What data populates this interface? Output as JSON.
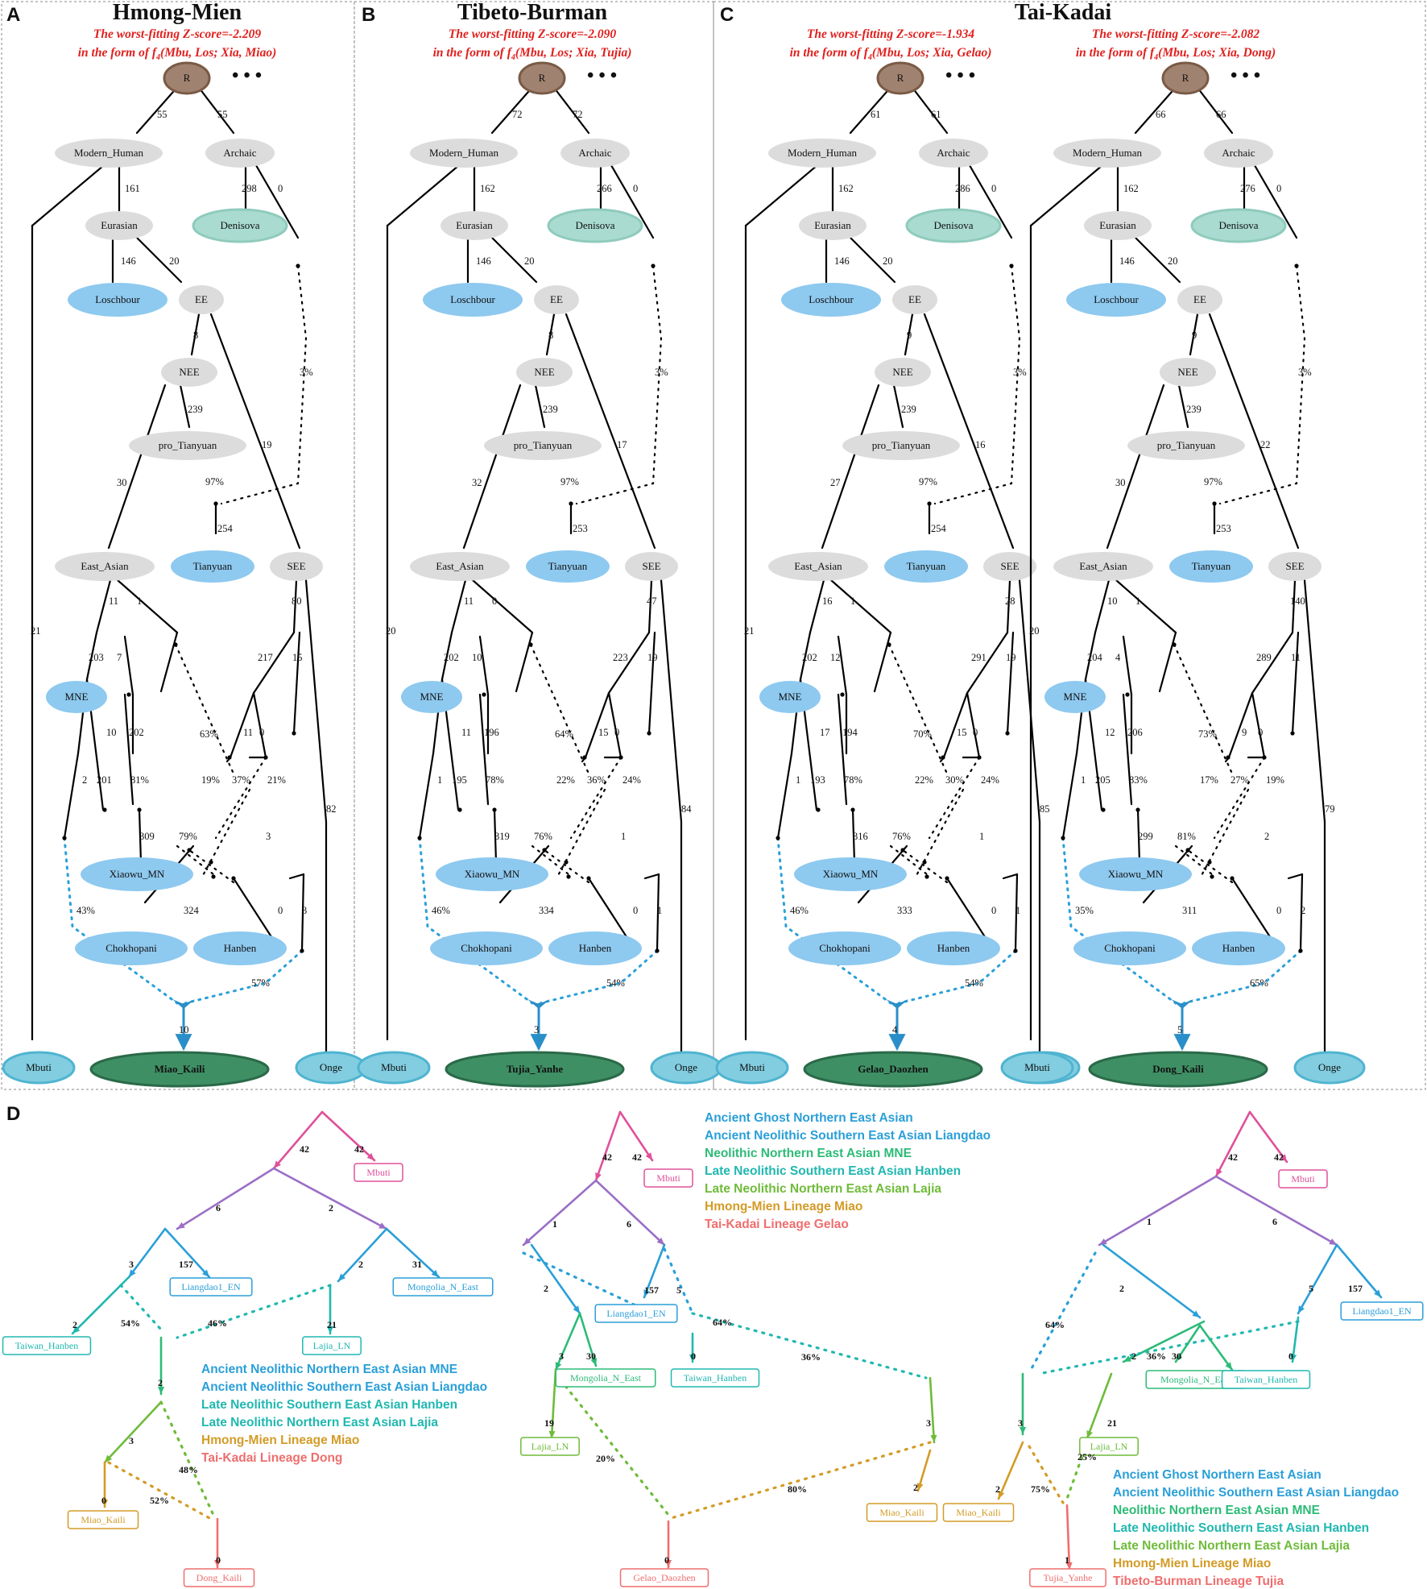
{
  "panels": [
    {
      "letter": "A",
      "title": "Hmong-Mien",
      "z1": "The worst-fitting Z-score=-2.209",
      "z2_pre": "in the form of f",
      "z2_post": "(Mbu, Los; Xia, Miao)",
      "target": "Miao_Kaili",
      "labels": {
        "r_l": "55",
        "r_r": "55",
        "mh_eu": "161",
        "ar_den": "298",
        "ar_gh": "0",
        "eu_los": "146",
        "eu_ee": "20",
        "ee_nee": "8",
        "ee_see": "19",
        "nee_pt": "239",
        "nee_ea": "30",
        "ghost_pct": "3%",
        "pt_pct": "97%",
        "ty": "254",
        "mh_mbu": "21",
        "ea_l": "11",
        "ea_r": "1",
        "mne": "203",
        "a1": "7",
        "a2": "10",
        "a3": "202",
        "a4": "2",
        "a5": "201",
        "see_l": "217",
        "see_r": "15",
        "see_main": "80",
        "b1": "11",
        "b2": "0",
        "onge": "82",
        "p63": "63%",
        "p81": "81%",
        "p19": "19%",
        "p37": "37%",
        "p21": "21%",
        "xmn": "309",
        "p79": "79%",
        "c3": "3",
        "cho": "324",
        "han0": "0",
        "han3": "3",
        "p43": "43%",
        "p57": "57%",
        "final": "10"
      }
    },
    {
      "letter": "B",
      "title": "Tibeto-Burman",
      "z1": "The worst-fitting Z-score=-2.090",
      "z2_pre": "in the form of f",
      "z2_post": "(Mbu, Los; Xia, Tujia)",
      "target": "Tujia_Yanhe",
      "labels": {
        "r_l": "72",
        "r_r": "72",
        "mh_eu": "162",
        "ar_den": "266",
        "ar_gh": "0",
        "eu_los": "146",
        "eu_ee": "20",
        "ee_nee": "8",
        "ee_see": "17",
        "nee_pt": "239",
        "nee_ea": "32",
        "ghost_pct": "3%",
        "pt_pct": "97%",
        "ty": "253",
        "mh_mbu": "20",
        "ea_l": "11",
        "ea_r": "0",
        "mne": "202",
        "a1": "10",
        "a2": "11",
        "a3": "196",
        "a4": "1",
        "a5": "195",
        "see_l": "223",
        "see_r": "19",
        "see_main": "47",
        "b1": "15",
        "b2": "0",
        "onge": "84",
        "p63": "64%",
        "p81": "78%",
        "p19": "22%",
        "p37": "36%",
        "p21": "24%",
        "xmn": "319",
        "p79": "76%",
        "c3": "1",
        "cho": "334",
        "han0": "0",
        "han3": "1",
        "p43": "46%",
        "p57": "54%",
        "final": "3"
      }
    },
    {
      "letter": "C",
      "title": "",
      "z1": "The worst-fitting Z-score=-1.934",
      "z2_pre": "in the form of f",
      "z2_post": "(Mbu, Los; Xia, Gelao)",
      "target": "Gelao_Daozhen",
      "labels": {
        "r_l": "61",
        "r_r": "61",
        "mh_eu": "162",
        "ar_den": "286",
        "ar_gh": "0",
        "eu_los": "146",
        "eu_ee": "20",
        "ee_nee": "9",
        "ee_see": "16",
        "nee_pt": "239",
        "nee_ea": "27",
        "ghost_pct": "3%",
        "pt_pct": "97%",
        "ty": "254",
        "mh_mbu": "21",
        "ea_l": "16",
        "ea_r": "1",
        "mne": "202",
        "a1": "12",
        "a2": "17",
        "a3": "194",
        "a4": "1",
        "a5": "193",
        "see_l": "291",
        "see_r": "19",
        "see_main": "28",
        "b1": "15",
        "b2": "0",
        "onge": "85",
        "p63": "70%",
        "p81": "78%",
        "p19": "22%",
        "p37": "30%",
        "p21": "24%",
        "xmn": "316",
        "p79": "76%",
        "c3": "1",
        "cho": "333",
        "han0": "0",
        "han3": "1",
        "p43": "46%",
        "p57": "54%",
        "final": "4"
      }
    },
    {
      "letter": "",
      "title": "",
      "z1": "The worst-fitting Z-score=-2.082",
      "z2_pre": "in the form of f",
      "z2_post": "(Mbu, Los; Xia, Dong)",
      "target": "Dong_Kaili",
      "labels": {
        "r_l": "66",
        "r_r": "66",
        "mh_eu": "162",
        "ar_den": "276",
        "ar_gh": "0",
        "eu_los": "146",
        "eu_ee": "20",
        "ee_nee": "9",
        "ee_see": "22",
        "nee_pt": "239",
        "nee_ea": "30",
        "ghost_pct": "3%",
        "pt_pct": "97%",
        "ty": "253",
        "mh_mbu": "20",
        "ea_l": "10",
        "ea_r": "1",
        "mne": "204",
        "a1": "4",
        "a2": "12",
        "a3": "206",
        "a4": "1",
        "a5": "205",
        "see_l": "289",
        "see_r": "11",
        "see_main": "140",
        "b1": "9",
        "b2": "0",
        "onge": "79",
        "p63": "73%",
        "p81": "83%",
        "p19": "17%",
        "p37": "27%",
        "p21": "19%",
        "xmn": "299",
        "p79": "81%",
        "c3": "2",
        "cho": "311",
        "han0": "0",
        "han3": "2",
        "p43": "35%",
        "p57": "65%",
        "final": "5"
      }
    }
  ],
  "tai_kadai_title": "Tai-Kadai",
  "subscript_4": "4",
  "nodes": {
    "R": "R",
    "Modern_Human": "Modern_Human",
    "Archaic": "Archaic",
    "Denisova": "Denisova",
    "Eurasian": "Eurasian",
    "Loschbour": "Loschbour",
    "EE": "EE",
    "NEE": "NEE",
    "pro_Tianyuan": "pro_Tianyuan",
    "East_Asian": "East_Asian",
    "Tianyuan": "Tianyuan",
    "SEE": "SEE",
    "MNE": "MNE",
    "Xiaowu_MN": "Xiaowu_MN",
    "Chokhopani": "Chokhopani",
    "Hanben": "Hanben",
    "Mbuti": "Mbuti",
    "Onge": "Onge",
    "dots": "• • •"
  },
  "panel_d": {
    "letter": "D",
    "colors": {
      "mbuti": "#e0509a",
      "purple": "#9b6fc6",
      "blue": "#2a9fd8",
      "teal": "#20b8b0",
      "green": "#2dbb78",
      "lgreen": "#6fbb3a",
      "orange": "#d39b26",
      "red": "#ef6e6e"
    },
    "g1": {
      "boxes": {
        "mbuti": "Mbuti",
        "liangdao": "Liangdao1_EN",
        "mongolia": "Mongolia_N_East",
        "taiwan": "Taiwan_Hanben",
        "lajia": "Lajia_LN",
        "miao": "Miao_Kaili",
        "target": "Dong_Kaili"
      },
      "labels": {
        "t42a": "42",
        "t42b": "42",
        "t6": "6",
        "t2a": "2",
        "t3": "3",
        "t157": "157",
        "t2b": "2",
        "t31": "31",
        "t2c": "2",
        "t21": "21",
        "p54": "54%",
        "p46": "46%",
        "t2d": "2",
        "t3b": "3",
        "p48": "48%",
        "t0": "0",
        "p52": "52%",
        "t0b": "0"
      },
      "legend": [
        "Ancient Neolithic Northern East Asian MNE",
        "Ancient Neolithic Southern East Asian Liangdao",
        "Late Neolithic Southern East Asian Hanben",
        "Late Neolithic Northern East Asian Lajia",
        "Hmong-Mien Lineage Miao",
        "Tai-Kadai Lineage Dong"
      ]
    },
    "g2": {
      "boxes": {
        "mbuti": "Mbuti",
        "liangdao": "Liangdao1_EN",
        "mongolia": "Mongolia_N_East",
        "taiwan": "Taiwan_Hanben",
        "lajia": "Lajia_LN",
        "miao": "Miao_Kaili",
        "target": "Gelao_Daozhen"
      },
      "labels": {
        "t42a": "42",
        "t42b": "42",
        "t1": "1",
        "t6": "6",
        "t2": "2",
        "t157": "157",
        "t5": "5",
        "p64": "64%",
        "t3": "3",
        "t30": "30",
        "t0": "0",
        "p36": "36%",
        "t19": "19",
        "t3b": "3",
        "p20": "20%",
        "p80": "80%",
        "t2b": "2",
        "t0b": "0"
      },
      "legend": [
        "Ancient Ghost Northern East Asian",
        "Ancient Neolithic Southern East Asian Liangdao",
        "Neolithic Northern East Asian MNE",
        "Late Neolithic Southern East Asian Hanben",
        "Late Neolithic Northern East Asian Lajia",
        "Hmong-Mien Lineage Miao",
        "Tai-Kadai Lineage Gelao"
      ]
    },
    "g3": {
      "boxes": {
        "mbuti": "Mbuti",
        "liangdao": "Liangdao1_EN",
        "mongolia": "Mongolia_N_East",
        "taiwan": "Taiwan_Hanben",
        "lajia": "Lajia_LN",
        "miao": "Miao_Kaili",
        "target": "Tujia_Yanhe"
      },
      "labels": {
        "t42a": "42",
        "t42b": "42",
        "t1": "1",
        "t6": "6",
        "t2": "2",
        "t5": "5",
        "t157": "157",
        "p64": "64%",
        "t2b": "2",
        "p36": "36%",
        "t30": "30",
        "t0": "0",
        "t21": "21",
        "t3": "3",
        "p25": "25%",
        "t2c": "2",
        "p75": "75%",
        "t1b": "1"
      },
      "legend": [
        "Ancient Ghost Northern East Asian",
        "Ancient Neolithic Southern East Asian Liangdao",
        "Neolithic Northern East Asian MNE",
        "Late Neolithic Southern East Asian Hanben",
        "Late Neolithic Northern East Asian Lajia",
        "Hmong-Mien Lineage Miao",
        "Tibeto-Burman Lineage Tujia"
      ]
    }
  }
}
